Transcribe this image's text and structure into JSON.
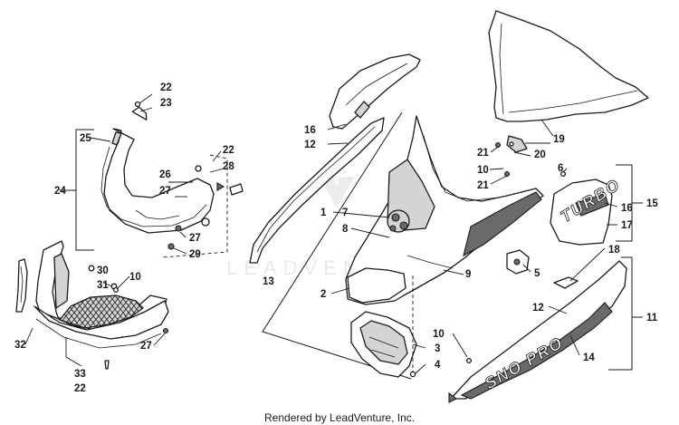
{
  "watermark": "LEADVENTURE",
  "footer": "Rendered by LeadVenture, Inc.",
  "decals": {
    "side_panel": "TURBO",
    "nose_pan": "SNO PRO"
  },
  "callouts": {
    "n1": "1",
    "n2": "2",
    "n3": "3",
    "n4": "4",
    "n5": "5",
    "n6": "6",
    "n7": "7",
    "n8": "8",
    "n9": "9",
    "n10a": "10",
    "n10b": "10",
    "n10c": "10",
    "n11": "11",
    "n12a": "12",
    "n12b": "12",
    "n13": "13",
    "n14": "14",
    "n15": "15",
    "n16a": "16",
    "n16b": "16",
    "n17": "17",
    "n18": "18",
    "n19": "19",
    "n20": "20",
    "n21a": "21",
    "n21b": "21",
    "n22a": "22",
    "n22b": "22",
    "n22c": "22",
    "n23": "23",
    "n24": "24",
    "n25": "25",
    "n26": "26",
    "n27a": "27",
    "n27b": "27",
    "n27c": "27",
    "n28": "28",
    "n29": "29",
    "n30": "30",
    "n31": "31",
    "n32": "32",
    "n33": "33"
  }
}
